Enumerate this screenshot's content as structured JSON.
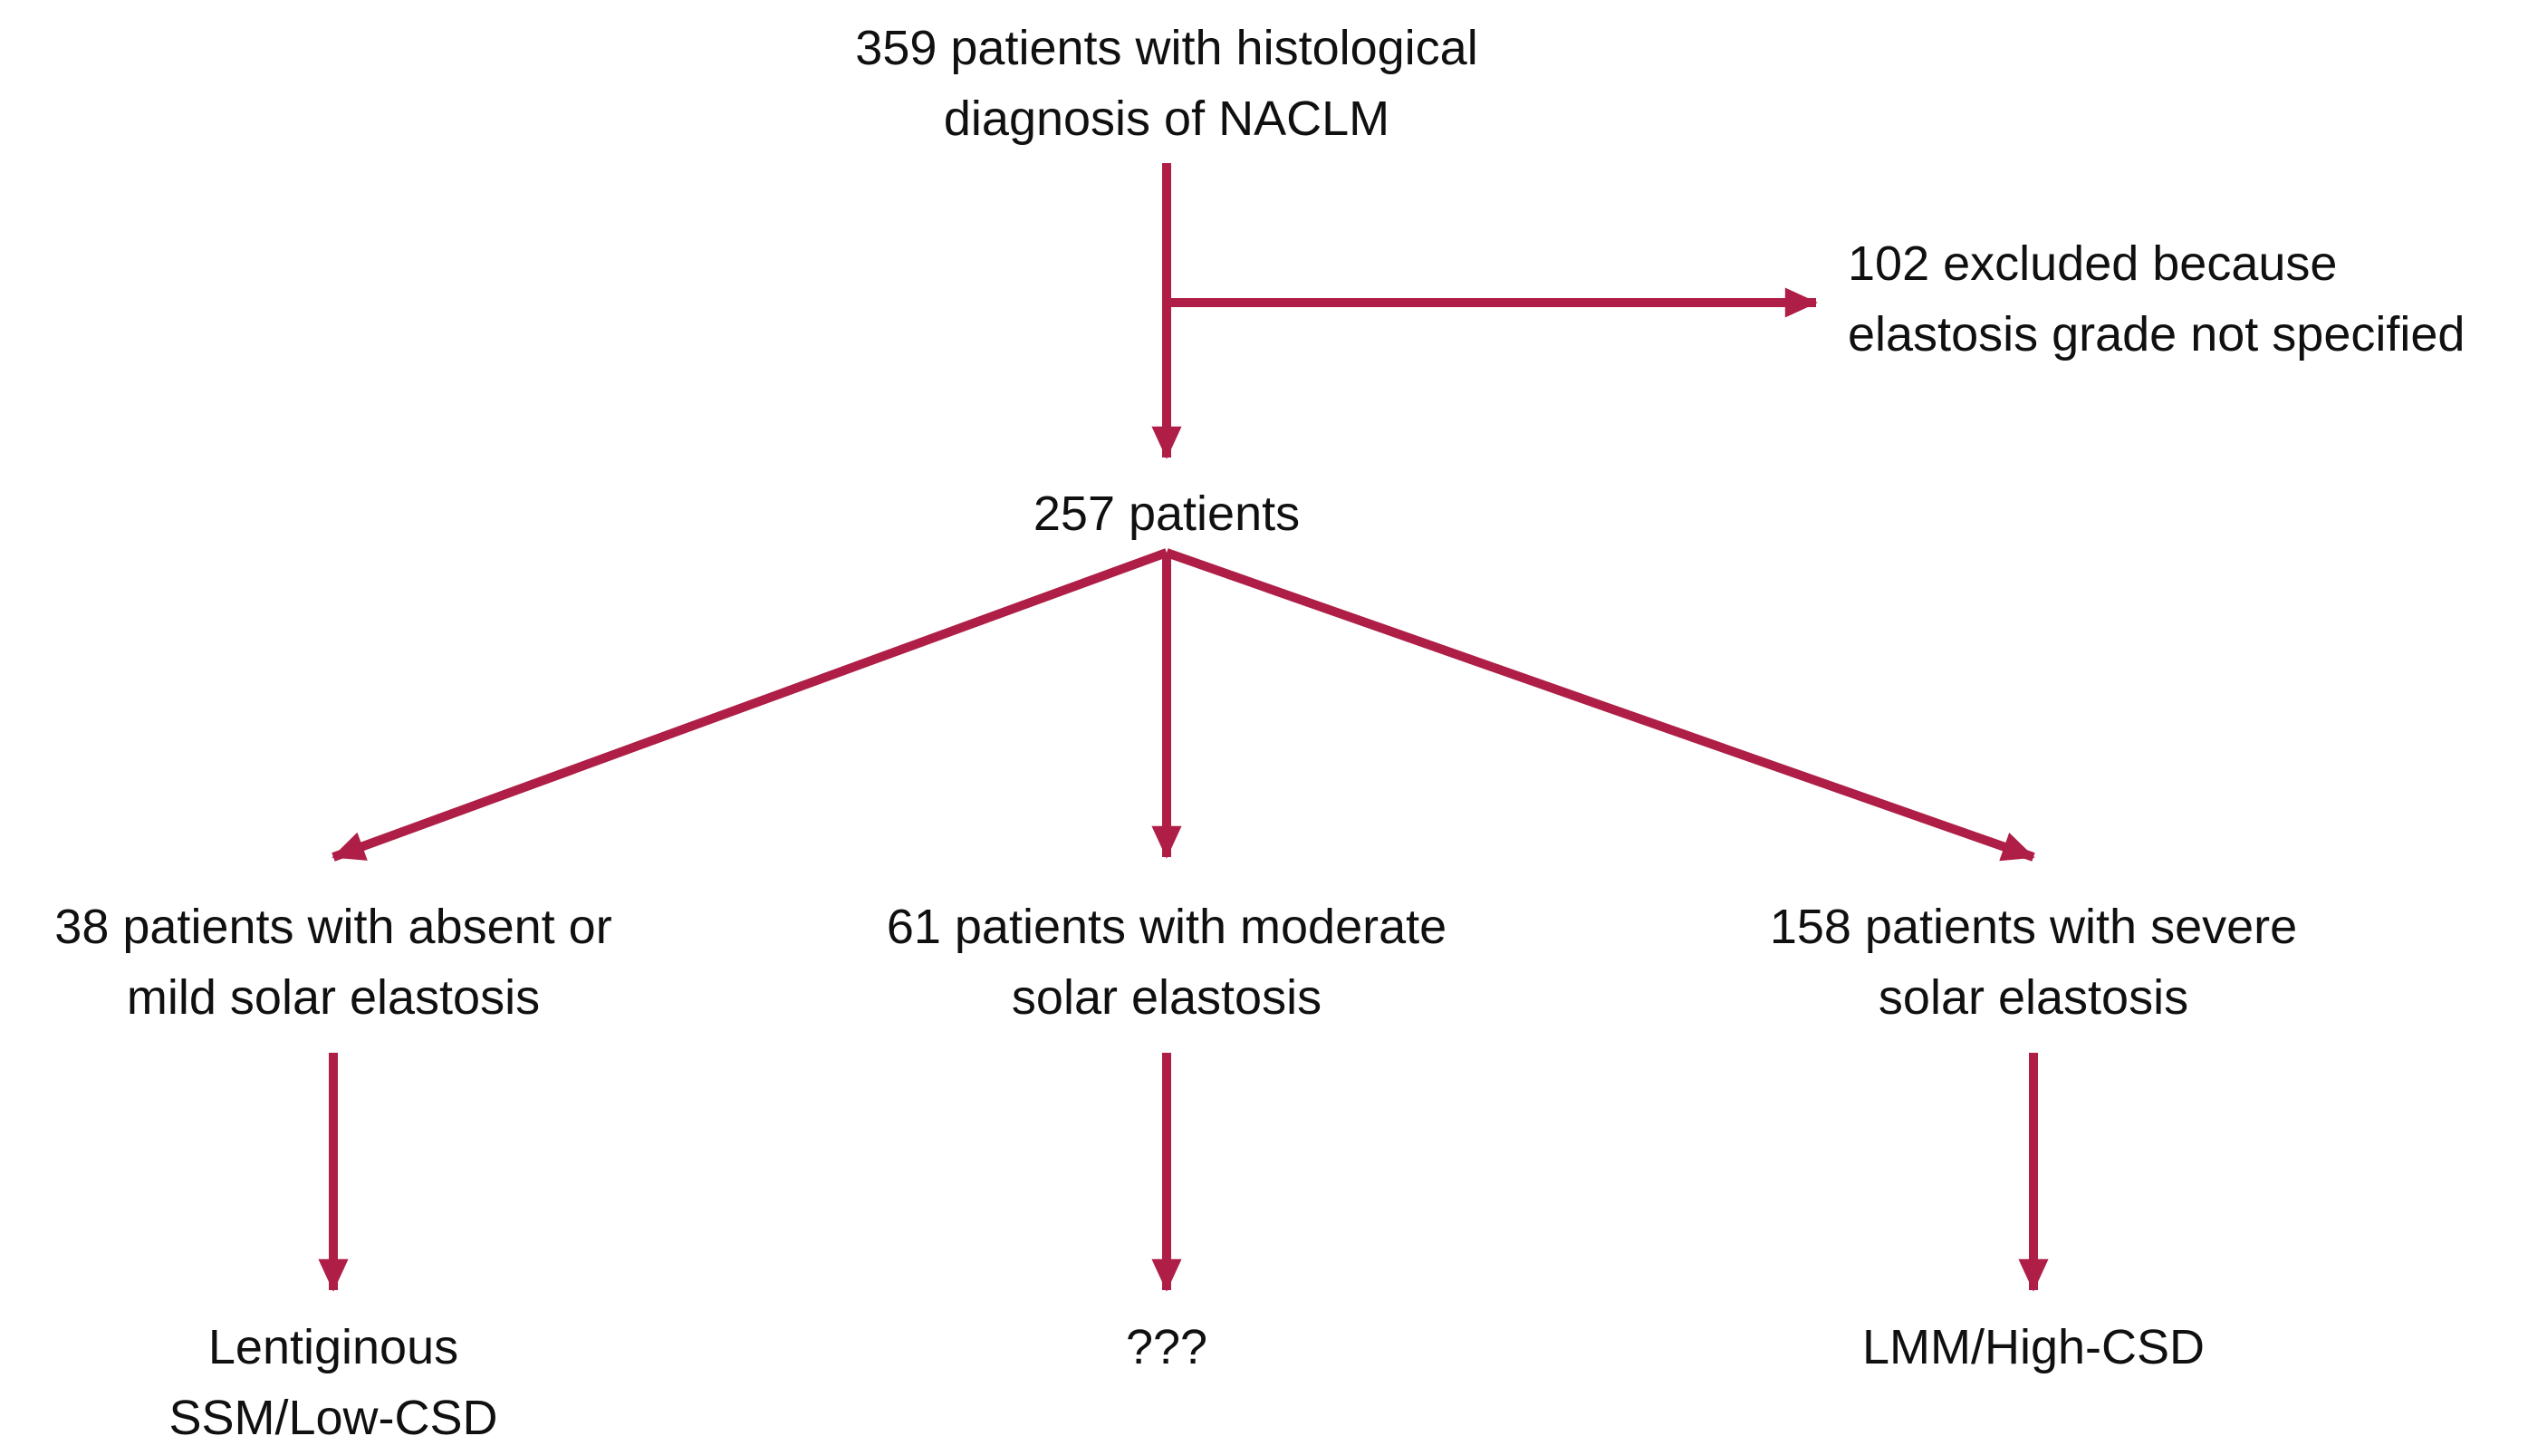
{
  "figure": {
    "kind": "patient-flow-diagram",
    "root": {
      "line1": "359 patients with histological",
      "line2": "diagnosis of NACLM"
    },
    "excluded": {
      "line1": "102 excluded because",
      "line2": "elastosis grade not specified"
    },
    "included": {
      "label": "257 patients"
    },
    "branches": [
      {
        "id": "absent-mild",
        "line1": "38 patients with absent or",
        "line2": "mild solar elastosis",
        "outcome_line1": "Lentiginous",
        "outcome_line2": "SSM/Low-CSD"
      },
      {
        "id": "moderate",
        "line1": "61 patients with moderate",
        "line2": "solar elastosis",
        "outcome_line1": "???",
        "outcome_line2": ""
      },
      {
        "id": "severe",
        "line1": "158 patients with severe",
        "line2": "solar elastosis",
        "outcome_line1": "LMM/High-CSD",
        "outcome_line2": ""
      }
    ]
  },
  "colors": {
    "arrow": "#AE1E46",
    "text": "#101010",
    "background": "#ffffff"
  }
}
